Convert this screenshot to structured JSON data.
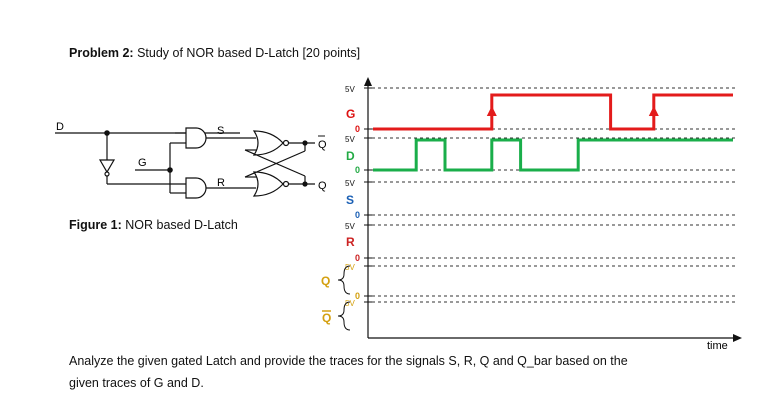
{
  "problem": {
    "label": "Problem 2:",
    "title": "Study of NOR based D-Latch [20 points]"
  },
  "figure": {
    "label": "Figure 1:",
    "caption": "NOR based D-Latch"
  },
  "circuit": {
    "input_d": "D",
    "gate_g": "G",
    "signal_s": "S",
    "signal_r": "R",
    "output_q": "Q",
    "output_qbar": "Q"
  },
  "timing": {
    "time_label": "time",
    "signals": [
      {
        "name": "G",
        "high_label": "5V",
        "low_label": "0",
        "color": "#dd1111"
      },
      {
        "name": "D",
        "high_label": "5V",
        "low_label": "0",
        "color": "#22aa44"
      },
      {
        "name": "S",
        "high_label": "5V",
        "low_label": "0",
        "color": "#1a5fb4"
      },
      {
        "name": "R",
        "high_label": "5V",
        "low_label": "0",
        "color": "#cc2222"
      },
      {
        "name": "Q",
        "high_label": "5V",
        "low_label": "0",
        "color": "#d4a010"
      },
      {
        "name": "Q",
        "high_label": "5V",
        "low_label": "",
        "color": "#d4a010"
      }
    ],
    "G_trace": {
      "color": "#e31b1b",
      "levels": [
        [
          0,
          0
        ],
        [
          0.33,
          1
        ],
        [
          0.66,
          0
        ],
        [
          0.78,
          1
        ]
      ]
    },
    "D_trace": {
      "color": "#1aae4a",
      "levels": [
        [
          0,
          0
        ],
        [
          0.12,
          1
        ],
        [
          0.2,
          0
        ],
        [
          0.33,
          1
        ],
        [
          0.41,
          0
        ],
        [
          0.57,
          1
        ]
      ]
    }
  },
  "instruction": {
    "line1": "Analyze the given gated Latch and provide the traces for the signals S, R, Q and Q_bar based on the",
    "line2": "given traces of G and D."
  }
}
